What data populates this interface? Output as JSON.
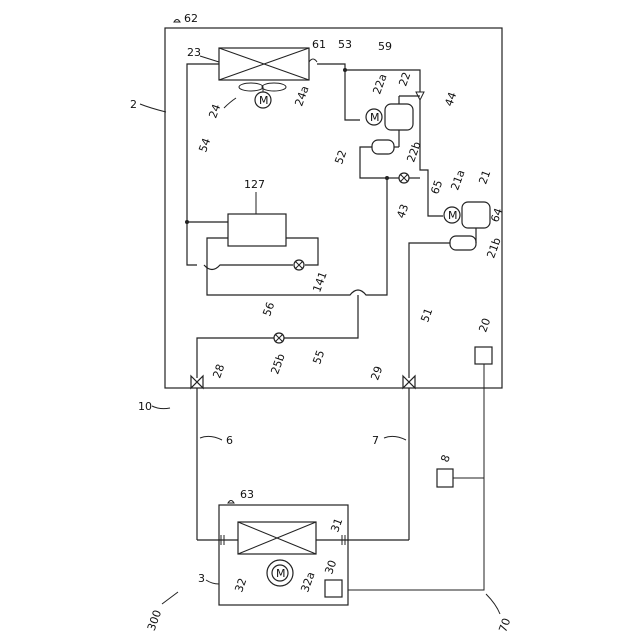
{
  "labels": {
    "l62": "62",
    "l23": "23",
    "l61": "61",
    "l53": "53",
    "l59": "59",
    "l22a": "22a",
    "l22": "22",
    "l44": "44",
    "l2": "2",
    "l24": "24",
    "l24a": "24a",
    "l54": "54",
    "l52": "52",
    "l22b": "22b",
    "l127": "127",
    "l43": "43",
    "l65": "65",
    "l21a": "21a",
    "l21": "21",
    "l64": "64",
    "l21b": "21b",
    "l141": "141",
    "l56": "56",
    "l51": "51",
    "l20": "20",
    "l25b": "25b",
    "l55": "55",
    "l28": "28",
    "l29": "29",
    "l10": "10",
    "l6": "6",
    "l7": "7",
    "l8": "8",
    "l63": "63",
    "l31": "31",
    "l3": "3",
    "l32": "32",
    "l32a": "32a",
    "l30": "30",
    "l300": "300",
    "l70": "70"
  },
  "symbols": {
    "motor": "M"
  }
}
